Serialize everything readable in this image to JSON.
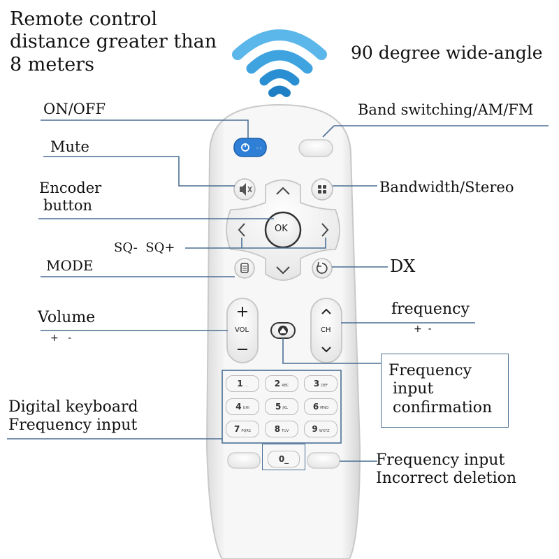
{
  "header": {
    "range_line1": "Remote control",
    "range_line2": "distance greater than",
    "range_line3": "8 meters",
    "angle": "90 degree wide-angle"
  },
  "callouts": {
    "on_off": "ON/OFF",
    "band_switching": "Band switching/AM/FM",
    "mute": "Mute",
    "encoder_line1": "Encoder",
    "encoder_line2": "button",
    "bandwidth_stereo": "Bandwidth/Stereo",
    "sq": "SQ-  SQ+",
    "mode": "MODE",
    "dx": "DX",
    "volume": "Volume",
    "volume_signs": "+   -",
    "frequency": "frequency",
    "frequency_signs": "+  -",
    "freq_confirm_line1": "Frequency",
    "freq_confirm_line2": "input",
    "freq_confirm_line3": "confirmation",
    "digital_line1": "Digital keyboard",
    "digital_line2": "Frequency input",
    "delete_line1": "Frequency input",
    "delete_line2": "Incorrect deletion"
  },
  "remote": {
    "ok_label": "OK",
    "vol_label": "VOL",
    "ch_label": "CH",
    "keys": [
      {
        "num": "1",
        "sub": ". ,"
      },
      {
        "num": "2",
        "sub": "ABC"
      },
      {
        "num": "3",
        "sub": "DEF"
      },
      {
        "num": "4",
        "sub": "GHI"
      },
      {
        "num": "5",
        "sub": "JKL"
      },
      {
        "num": "6",
        "sub": "MNO"
      },
      {
        "num": "7",
        "sub": "PQRS"
      },
      {
        "num": "8",
        "sub": "TUV"
      },
      {
        "num": "9",
        "sub": "WXYZ"
      }
    ],
    "zero_label": "0_"
  },
  "colors": {
    "power_button": "#2f7fd6",
    "signal": "#3a9ad9",
    "leader_line": "#4a6f94"
  },
  "icons": [
    "wifi-signal-icon",
    "power-icon",
    "mute-icon",
    "grid-icon",
    "menu-icon",
    "refresh-icon",
    "home-icon"
  ]
}
